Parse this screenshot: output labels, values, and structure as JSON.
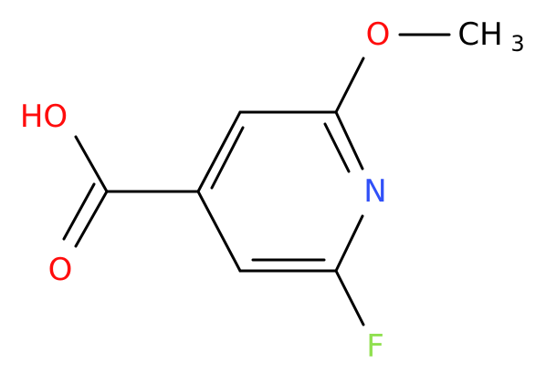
{
  "molecule": {
    "atoms": {
      "hydroxyl": {
        "label": "HO",
        "color": "#ff0d0d"
      },
      "carbonyl_oxygen": {
        "label": "O",
        "color": "#ff0d0d"
      },
      "ring_nitrogen": {
        "label": "N",
        "color": "#3050f8"
      },
      "fluorine": {
        "label": "F",
        "color": "#90e050"
      },
      "methoxy_oxygen": {
        "label": "O",
        "color": "#ff0d0d"
      },
      "methyl": {
        "label": "CH",
        "subscript": "3",
        "color": "#000000"
      }
    },
    "bond_color": "#000000"
  }
}
